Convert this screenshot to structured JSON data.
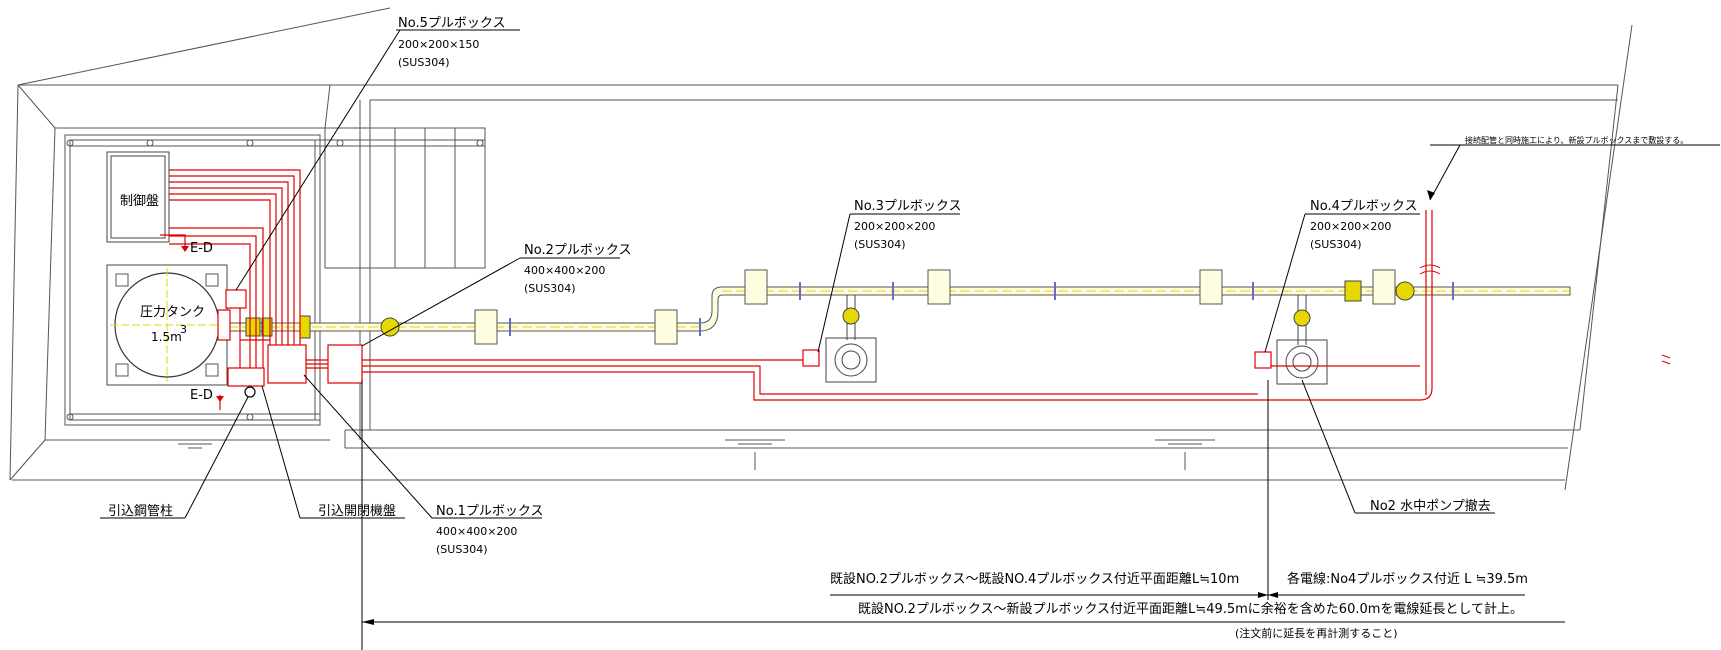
{
  "labels": {
    "pullbox_5_name": "No.5プルボックス",
    "pullbox_5_size": "200×200×150",
    "pullbox_5_material": "(SUS304)",
    "pullbox_2_name": "No.2プルボックス",
    "pullbox_2_size": "400×400×200",
    "pullbox_2_material": "(SUS304)",
    "pullbox_3_name": "No.3プルボックス",
    "pullbox_3_size": "200×200×200",
    "pullbox_3_material": "(SUS304)",
    "pullbox_4_name": "No.4プルボックス",
    "pullbox_4_size": "200×200×200",
    "pullbox_4_material": "(SUS304)",
    "pullbox_1_name": "No.1プルボックス",
    "pullbox_1_size": "400×400×200",
    "pullbox_1_material": "(SUS304)",
    "control_panel": "制御盤",
    "pressure_tank": "圧力タンク",
    "tank_volume": "1.5m",
    "tank_volume_exp": "3",
    "earth_1": "E-D",
    "earth_2": "E-D",
    "lead_in_pole": "引込鋼管柱",
    "lead_in_switch": "引込開閉機盤",
    "pump_removal": "No2 水中ポンプ撤去",
    "note_simultaneous": "接続配管と同時施工により、新設プルボックスまで敷設する。",
    "dim_1": "既設NO.2プルボックス～既設NO.4プルボックス付近平面距離L≒10m",
    "dim_2": "各電線:No4プルボックス付近 L ≒39.5m",
    "dim_3": "既設NO.2プルボックス～新設プルボックス付近平面距離L≒49.5mに余裕を含めた60.0mを電線延長として計上。",
    "dim_4": "(注文前に延長を再計測すること)"
  },
  "colors": {
    "line": "#333333",
    "cable": "#e00000",
    "pipe_fill": "#fffde0",
    "pipe_center": "#e6d800",
    "fitting": "#e6d800"
  }
}
